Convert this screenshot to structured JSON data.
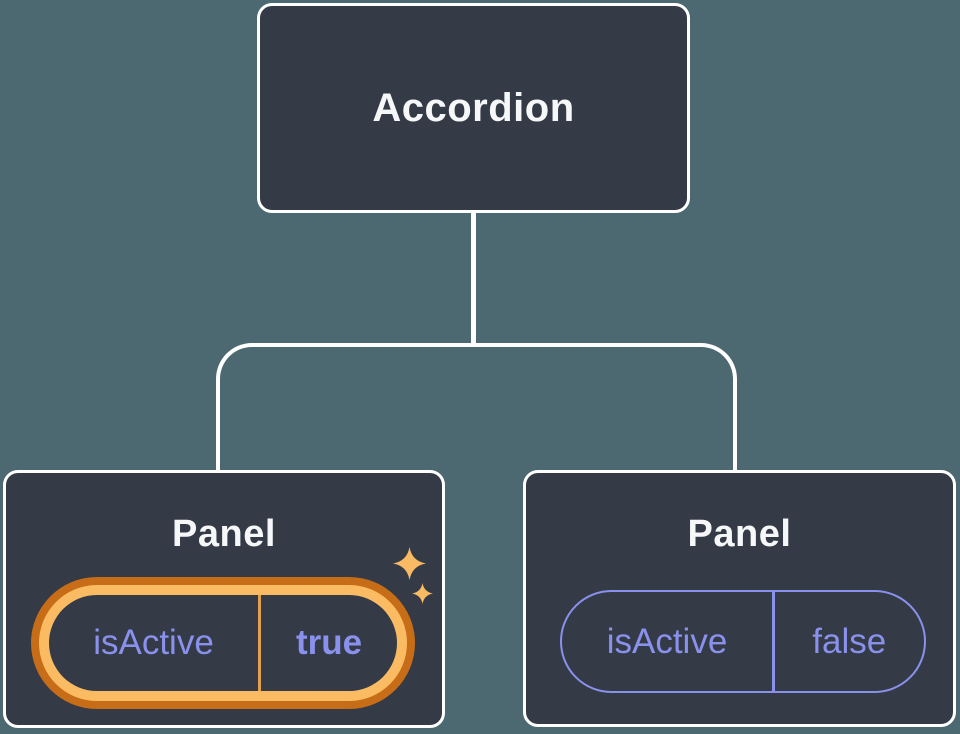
{
  "tree": {
    "root": {
      "label": "Accordion"
    },
    "children": [
      {
        "label": "Panel",
        "state": {
          "key": "isActive",
          "value": "true"
        },
        "highlighted": true
      },
      {
        "label": "Panel",
        "state": {
          "key": "isActive",
          "value": "false"
        },
        "highlighted": false
      }
    ]
  },
  "icons": {
    "sparkle_large": "sparkle-icon",
    "sparkle_small": "sparkle-icon"
  },
  "colors": {
    "background": "#4C6971",
    "node_fill": "#343A46",
    "node_border": "#FFFFFF",
    "connector": "#FFFFFF",
    "label_text": "#F6F7F9",
    "state_purple": "#8A91EC",
    "highlight_orange_dark": "#C76D17",
    "highlight_orange_light": "#FABB63",
    "pill_divider_orange": "#E3A04F",
    "sparkle_gold": "#F8BA63"
  }
}
